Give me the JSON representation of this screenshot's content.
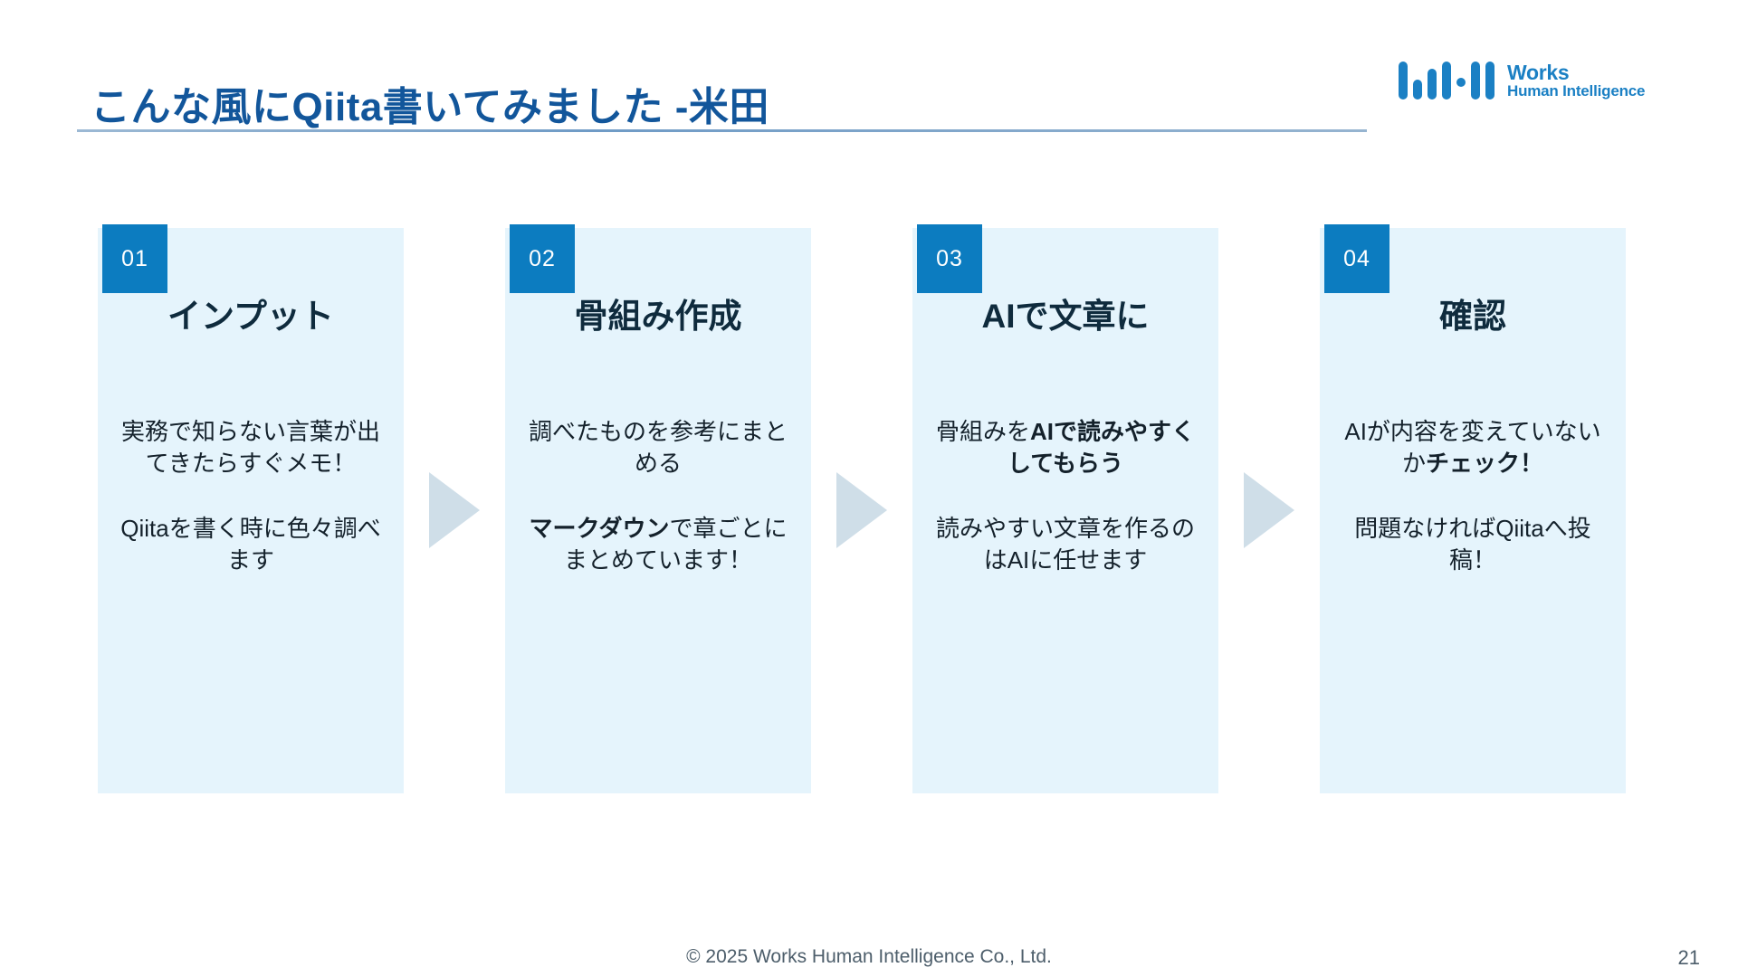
{
  "header": {
    "title": "こんな風にQiita書いてみました -米田",
    "accent_color": "#12569b",
    "rule_color": "#7fa6cb"
  },
  "logo": {
    "name": "works-human-intelligence-logo",
    "line1": "Works",
    "line2": "Human Intelligence",
    "color": "#1b80c4",
    "bars": [
      "full",
      "short",
      "mid",
      "full",
      "dot",
      "full",
      "full"
    ]
  },
  "cards": [
    {
      "number": "01",
      "title": "インプット",
      "body_1_plain": "実務で知らない言葉が出てきたらすぐメモ！",
      "body_2_plain": "Qiitaを書く時に色々調べます",
      "badge_color": "#0c7cc0",
      "bg_color": "#e5f4fc"
    },
    {
      "number": "02",
      "title": "骨組み作成",
      "body_1_plain": "調べたものを参考にまとめる",
      "body_2_bold": "マークダウン",
      "body_2_rest": "で章ごとにまとめています！",
      "badge_color": "#0c7cc0",
      "bg_color": "#e5f4fc"
    },
    {
      "number": "03",
      "title": "AIで文章に",
      "body_1_plain": "骨組みを",
      "body_1_bold": "AIで読みやすくしてもらう",
      "body_2_plain": "読みやすい文章を作るのはAIに任せます",
      "badge_color": "#0c7cc0",
      "bg_color": "#e5f4fc"
    },
    {
      "number": "04",
      "title": "確認",
      "body_1_plain": "AIが内容を変えていないか",
      "body_1_bold": "チェック！",
      "body_2_plain": "問題なければQiitaへ投稿！",
      "badge_color": "#0c7cc0",
      "bg_color": "#e5f4fc"
    }
  ],
  "arrows": {
    "count": 3,
    "color": "#cfdee8",
    "name": "step-arrow-icon"
  },
  "footer": {
    "copyright": "© 2025 Works Human Intelligence Co., Ltd.",
    "page_number": "21"
  }
}
